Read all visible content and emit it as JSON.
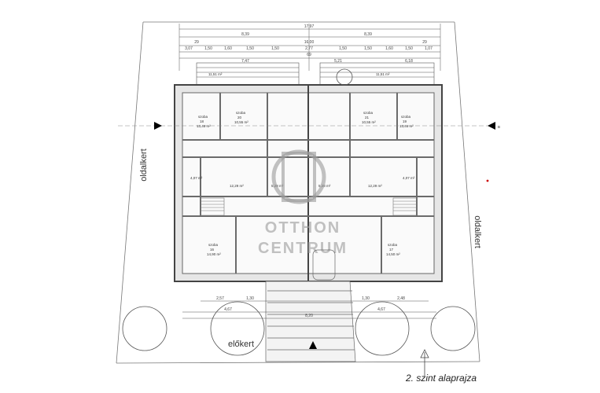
{
  "caption": "2. szint alaprajza",
  "labels": {
    "oldalkert_left": "oldalkert",
    "oldalkert_right": "oldalkert",
    "elokert": "előkert",
    "section_mark": "B"
  },
  "watermark": {
    "line1": "OTTHON",
    "line2": "CENTRUM"
  },
  "dimensions_top": [
    "17,97",
    "8,39",
    "8,39",
    "29",
    "29",
    "16,00",
    "69",
    "7,47",
    "5,21",
    "6,18"
  ],
  "dimensions_top_row": [
    "3,07",
    "1,50",
    "1,60",
    "1,50",
    "1,50",
    "2,77",
    "1,50",
    "1,50",
    "1,60",
    "1,50",
    "1,07"
  ],
  "dimensions_bottom": [
    "2,57",
    "1,30",
    "1,30",
    "2,48",
    "4,67",
    "4,67",
    "8,20"
  ],
  "rooms": [
    {
      "name": "szoba",
      "num": "18",
      "area": "13,46 m²"
    },
    {
      "name": "szoba",
      "num": "20",
      "area": "10,55 m²"
    },
    {
      "name": "szoba",
      "num": "21",
      "area": "10,55 m²"
    },
    {
      "name": "szoba",
      "num": "19",
      "area": "13,46 m²"
    },
    {
      "name": "szoba",
      "num": "16",
      "area": "14,90 m²"
    },
    {
      "name": "szoba",
      "num": "17",
      "area": "14,50 m²"
    }
  ],
  "balcony": [
    "11,51 m²",
    "11,51 m²"
  ],
  "wet": [
    "4,07 m²",
    "12,29 m²",
    "5,28 m²",
    "5,28 m²",
    "12,29 m²",
    "4,07 m²"
  ],
  "colors": {
    "line": "#555555",
    "wall": "#6b6b6b",
    "hatch": "#cfcfcf",
    "watermark": "#9a9a9a",
    "accent": "#cc0000"
  }
}
